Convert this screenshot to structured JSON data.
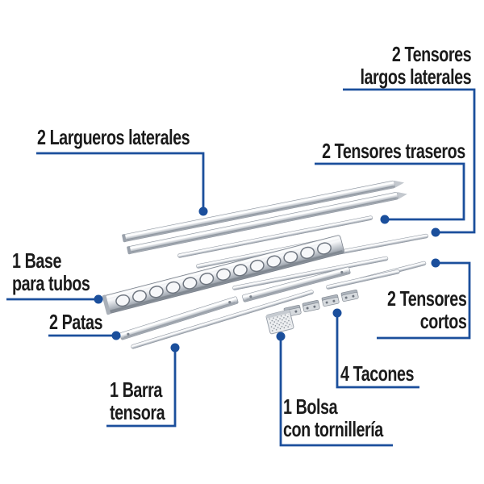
{
  "diagram": {
    "title_context": "exploded parts diagram",
    "background": "#ffffff",
    "accent_color": "#1b4f9c",
    "text_color": "#1b1b1b",
    "metal_colors": {
      "light": "#ffffff",
      "mid": "#c7ccd2",
      "dark": "#8e959e"
    },
    "labels": {
      "largueros": {
        "line1": "2 Largueros laterales"
      },
      "tensores_largos_laterales": {
        "line1": "2 Tensores",
        "line2": "largos laterales"
      },
      "tensores_traseros": {
        "line1": "2 Tensores traseros"
      },
      "base_para_tubos": {
        "line1": "1 Base",
        "line2": "para tubos"
      },
      "patas": {
        "line1": "2 Patas"
      },
      "barra_tensora": {
        "line1": "1 Barra",
        "line2": "tensora"
      },
      "bolsa_tornilleria": {
        "line1": "1 Bolsa",
        "line2": "con tornillería"
      },
      "tacones": {
        "line1": "4 Tacones"
      },
      "tensores_cortos": {
        "line1": "2 Tensores",
        "line2": "cortos"
      }
    },
    "parts": [
      "largueros-laterales",
      "tensores-traseros",
      "tensores-largos-laterales",
      "base-para-tubos",
      "patas",
      "barra-tensora",
      "tensores-cortos",
      "tacones",
      "bolsa-con-tornilleria"
    ]
  }
}
